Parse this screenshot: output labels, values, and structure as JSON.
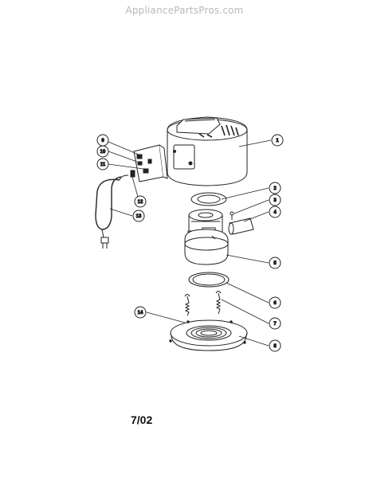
{
  "watermark": "AppliancePartsPros.com",
  "date_code": "7/02",
  "callouts": [
    "1",
    "2",
    "3",
    "4",
    "5",
    "6",
    "7",
    "8",
    "9",
    "10",
    "11",
    "12",
    "13",
    "14"
  ]
}
